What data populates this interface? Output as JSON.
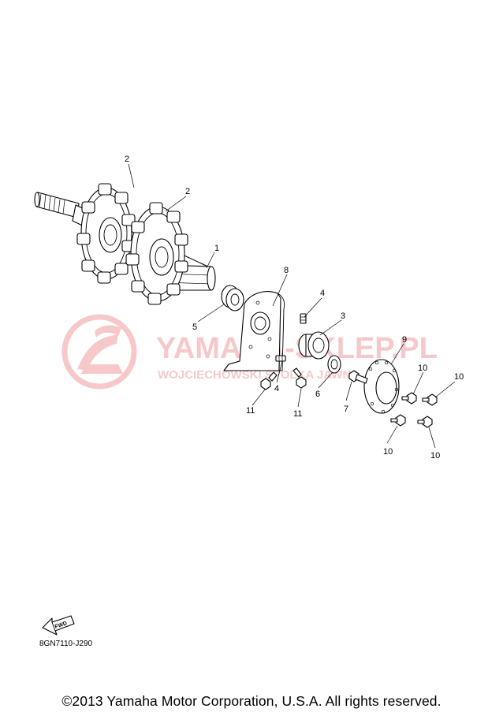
{
  "watermark": {
    "brand": "YAMAHA-SKLEP.PL",
    "sub": "WOJCIECHOWSKI SPOLKA JAWNA",
    "color": "#e33d45"
  },
  "fwd_label": "FWD",
  "diagram_code": "8GN7110-J290",
  "copyright": "©2013 Yamaha Motor Corporation, U.S.A. All rights reserved.",
  "callouts": {
    "c1": "1",
    "c2a": "2",
    "c2b": "2",
    "c3": "3",
    "c4a": "4",
    "c4b": "4",
    "c5": "5",
    "c6": "6",
    "c7": "7",
    "c8": "8",
    "c9": "9",
    "c10a": "10",
    "c10b": "10",
    "c10c": "10",
    "c10d": "10",
    "c11a": "11",
    "c11b": "11"
  }
}
